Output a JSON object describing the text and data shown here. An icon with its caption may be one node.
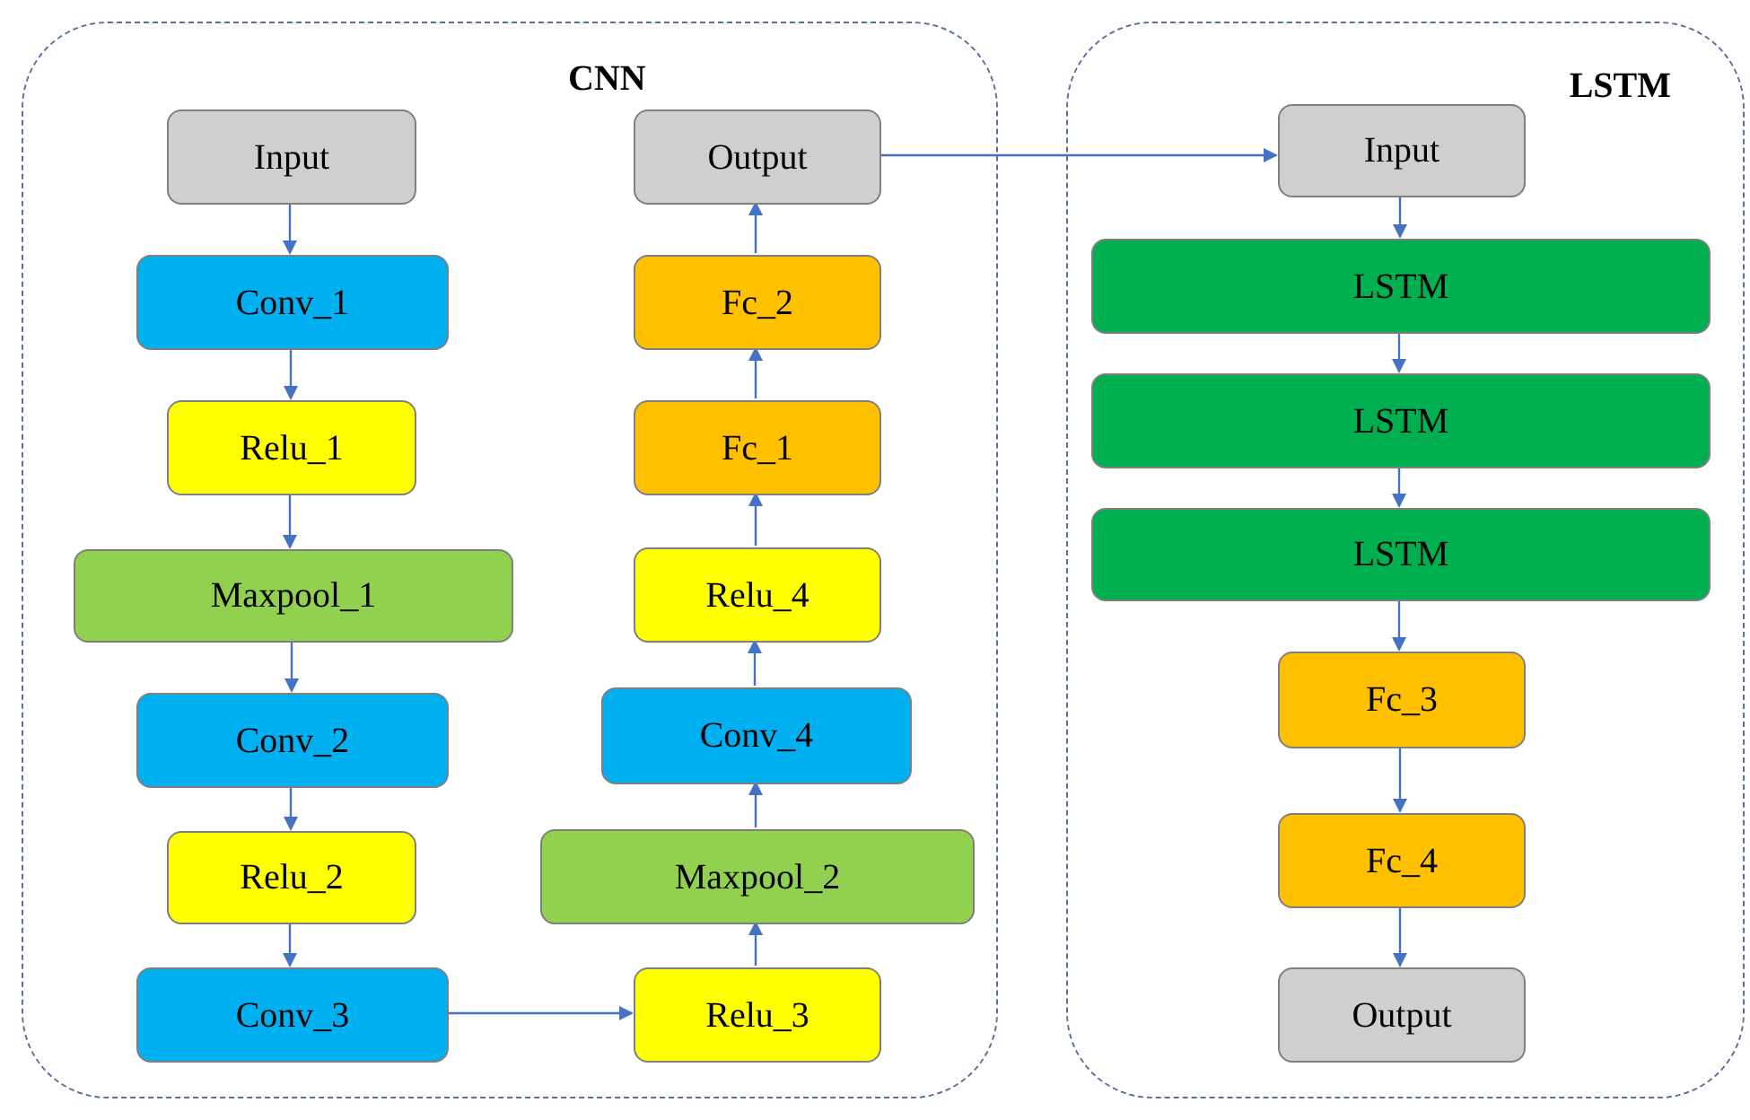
{
  "diagram": {
    "nodes": [
      {
        "text": [
          "CNN"
        ]
      },
      {
        "text": [
          "LSTM"
        ]
      },
      {
        "text": [
          "Input"
        ],
        "in": 0
      },
      {
        "text": [
          "Conv_1"
        ],
        "in": 0
      },
      {
        "text": [
          "Relu_1"
        ],
        "in": 0
      },
      {
        "text": [
          "Maxpool_1"
        ],
        "in": 0
      },
      {
        "text": [
          "Conv_2"
        ],
        "in": 0
      },
      {
        "text": [
          "Relu_2"
        ],
        "in": 0
      },
      {
        "text": [
          "Conv_3"
        ],
        "in": 0
      },
      {
        "text": [
          "Relu_3"
        ],
        "in": 0
      },
      {
        "text": [
          "Maxpool_2"
        ],
        "in": 0
      },
      {
        "text": [
          "Conv_4"
        ],
        "in": 0
      },
      {
        "text": [
          "Relu_4"
        ],
        "in": 0
      },
      {
        "text": [
          "Fc_1"
        ],
        "in": 0
      },
      {
        "text": [
          "Fc_2"
        ],
        "in": 0
      },
      {
        "text": [
          "Output"
        ],
        "in": 0
      },
      {
        "text": [
          "Input"
        ],
        "in": 1
      },
      {
        "text": [
          "LSTM"
        ],
        "in": 1
      },
      {
        "text": [
          "LSTM"
        ],
        "in": 1
      },
      {
        "text": [
          "LSTM"
        ],
        "in": 1
      },
      {
        "text": [
          "Fc_3"
        ],
        "in": 1
      },
      {
        "text": [
          "Fc_4"
        ],
        "in": 1
      },
      {
        "text": [
          "Output"
        ],
        "in": 1
      }
    ],
    "edges": [
      {
        "from": 2,
        "to": 3,
        "arrow": "to"
      },
      {
        "from": 3,
        "to": 4,
        "arrow": "to"
      },
      {
        "from": 4,
        "to": 5,
        "arrow": "to"
      },
      {
        "from": 5,
        "to": 6,
        "arrow": "to"
      },
      {
        "from": 6,
        "to": 7,
        "arrow": "to"
      },
      {
        "from": 7,
        "to": 8,
        "arrow": "to"
      },
      {
        "from": 8,
        "to": 9,
        "arrow": "to"
      },
      {
        "from": 9,
        "to": 10,
        "arrow": "to"
      },
      {
        "from": 10,
        "to": 11,
        "arrow": "to"
      },
      {
        "from": 11,
        "to": 12,
        "arrow": "to"
      },
      {
        "from": 12,
        "to": 13,
        "arrow": "to"
      },
      {
        "from": 13,
        "to": 14,
        "arrow": "to"
      },
      {
        "from": 14,
        "to": 15,
        "arrow": "to"
      },
      {
        "from": 15,
        "to": 16,
        "arrow": "to"
      },
      {
        "from": 16,
        "to": 17,
        "arrow": "to"
      },
      {
        "from": 17,
        "to": 18,
        "arrow": "to"
      },
      {
        "from": 18,
        "to": 19,
        "arrow": "to"
      },
      {
        "from": 19,
        "to": 20,
        "arrow": "to"
      },
      {
        "from": 20,
        "to": 21,
        "arrow": "to"
      },
      {
        "from": 21,
        "to": 22,
        "arrow": "to"
      }
    ]
  }
}
